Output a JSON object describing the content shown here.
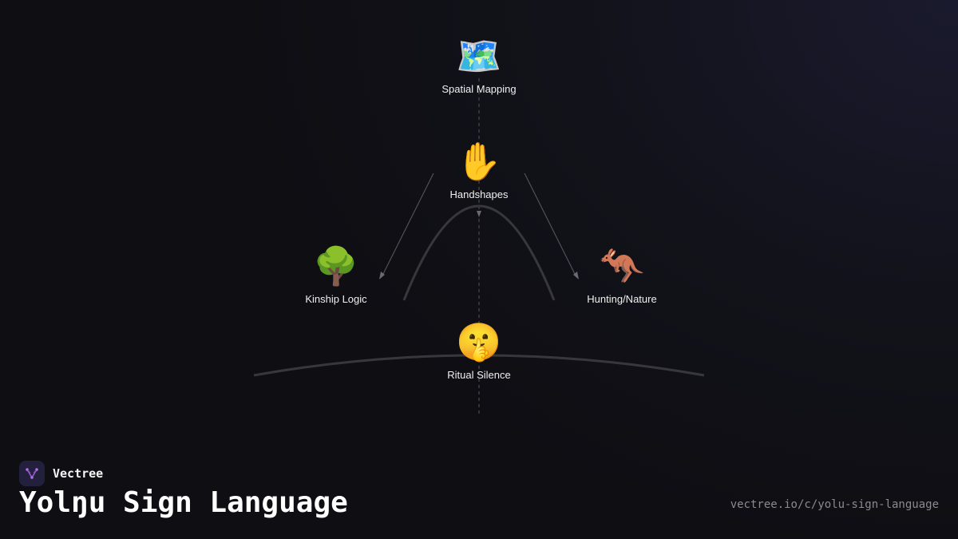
{
  "nodes": {
    "spatial_mapping": {
      "emoji": "🗺️",
      "label": "Spatial Mapping"
    },
    "handshapes": {
      "emoji": "✋",
      "label": "Handshapes"
    },
    "kinship_logic": {
      "emoji": "🌳",
      "label": "Kinship Logic"
    },
    "hunting_nature": {
      "emoji": "🦘",
      "label": "Hunting/Nature"
    },
    "ritual_silence": {
      "emoji": "🤫",
      "label": "Ritual Silence"
    }
  },
  "footer": {
    "brand": "Vectree",
    "title": "Yolŋu Sign Language",
    "url": "vectree.io/c/yolu-sign-language"
  },
  "colors": {
    "background": "#0e0e13",
    "line": "#3a3a3e",
    "logo": "#9b59d0"
  }
}
